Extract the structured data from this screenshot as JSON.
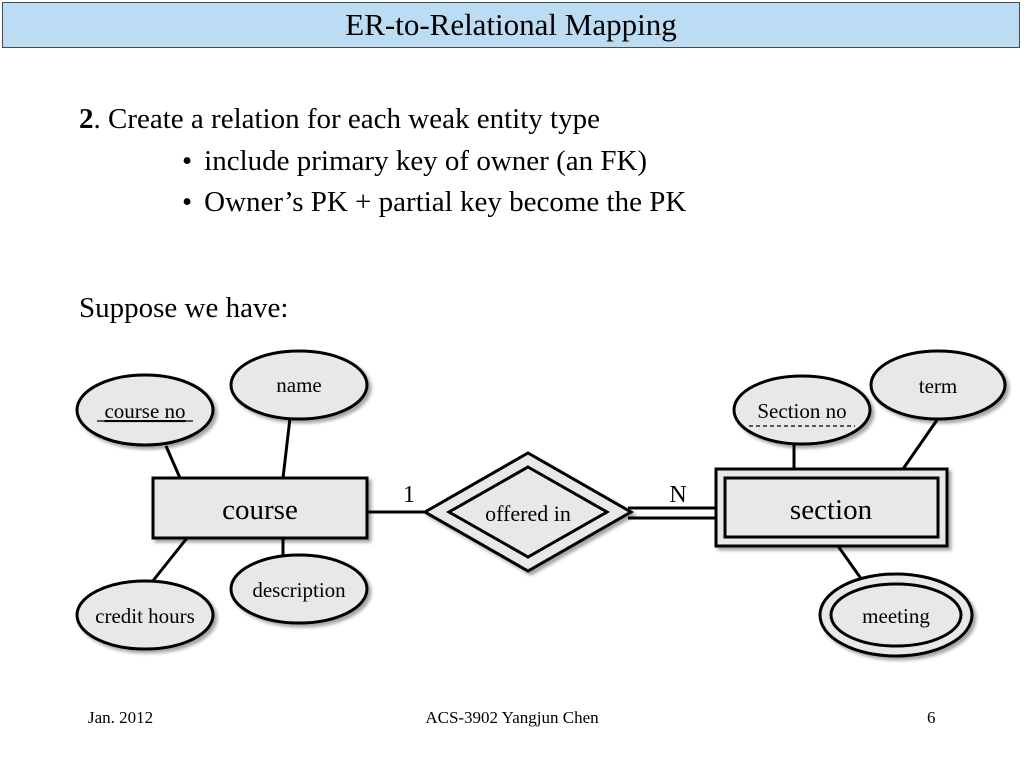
{
  "slide": {
    "title": "ER-to-Relational Mapping",
    "heading_number": "2",
    "heading_text": ". Create a relation for each weak entity type",
    "bullets": [
      "include primary key of owner (an FK)",
      "Owner’s PK + partial key become the PK"
    ],
    "bullet_symbol": "•",
    "suppose": "Suppose we have:"
  },
  "diagram": {
    "entities": {
      "course": "course",
      "section": "section"
    },
    "relationship": "offered in",
    "cardinality": {
      "left": "1",
      "right": "N"
    },
    "attributes": {
      "course_no": "course no",
      "name": "name",
      "description": "description",
      "credit_hours": "credit hours",
      "section_no": "Section no",
      "term": "term",
      "meeting": "meeting"
    },
    "colors": {
      "fill": "#e8e8e8",
      "stroke": "#000000",
      "title_bar": "#bcdcf4"
    }
  },
  "footer": {
    "date": "Jan. 2012",
    "center": "ACS-3902 Yangjun Chen",
    "page": "6"
  }
}
